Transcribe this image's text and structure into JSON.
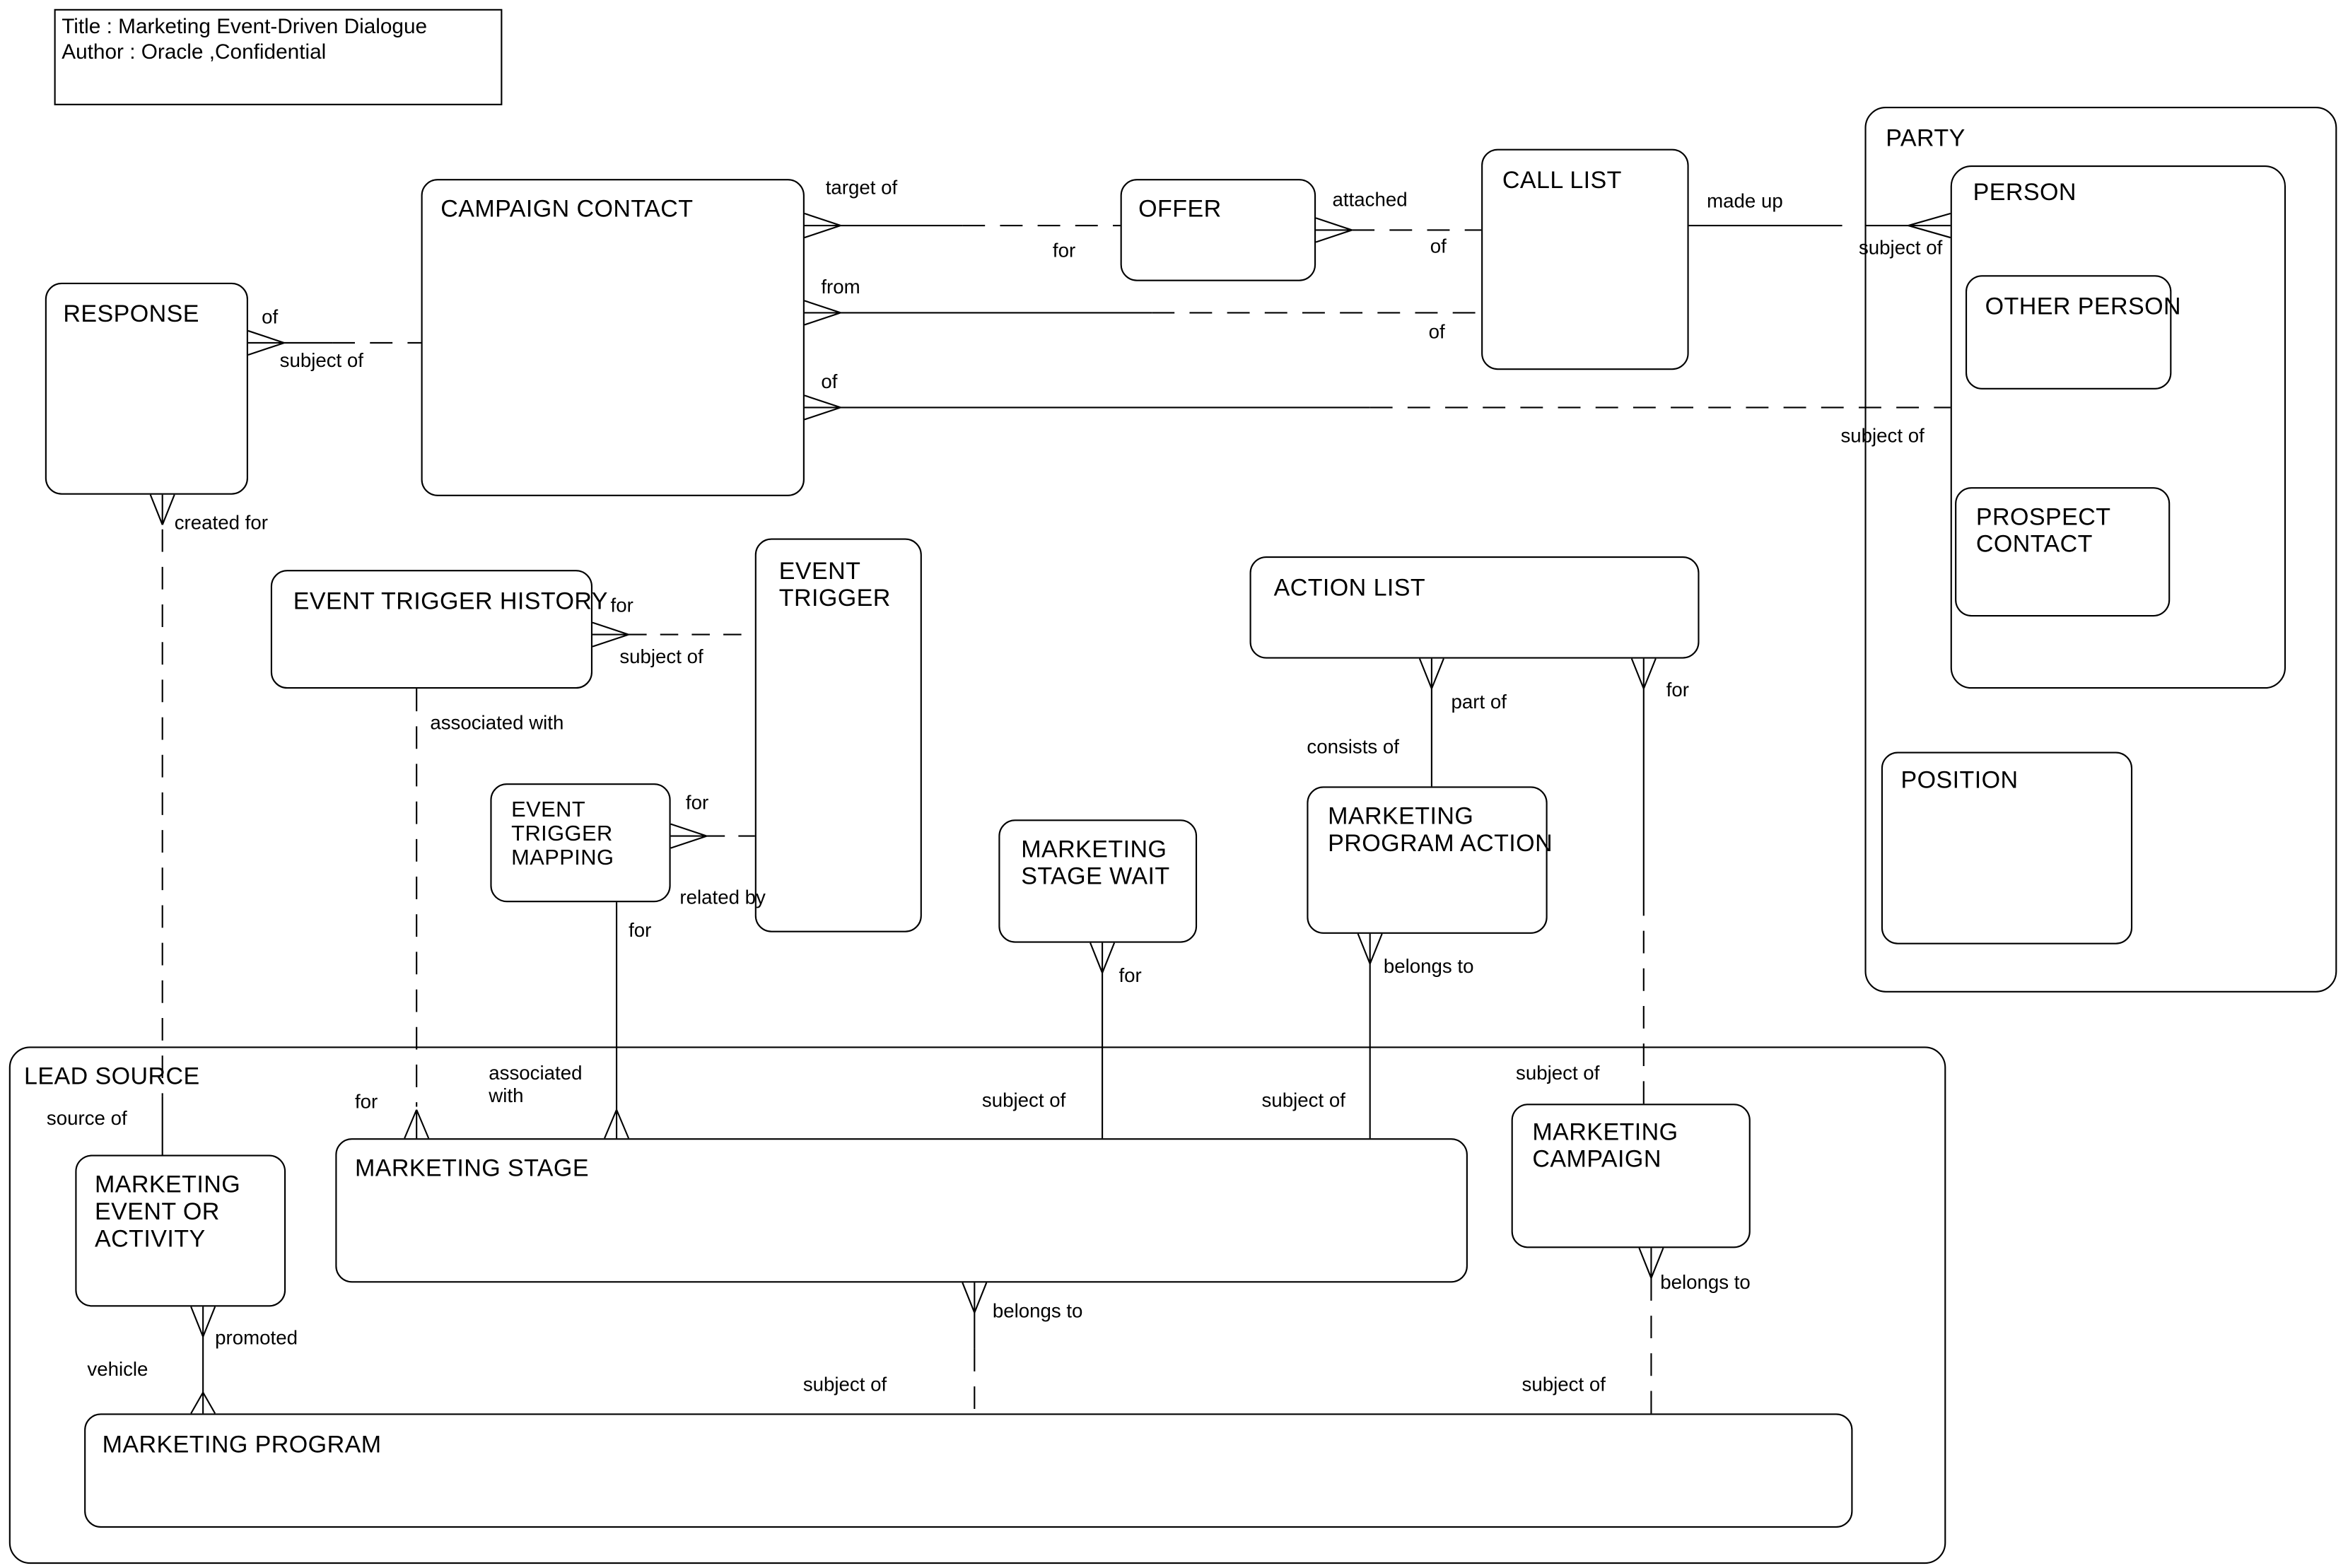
{
  "title_block": {
    "line1": "Title : Marketing Event-Driven Dialogue",
    "line2": "Author : Oracle ,Confidential"
  },
  "entities": {
    "response": "RESPONSE",
    "campaign_contact": "CAMPAIGN CONTACT",
    "offer": "OFFER",
    "call_list": "CALL LIST",
    "party": "PARTY",
    "person": "PERSON",
    "other_person": "OTHER PERSON",
    "prospect_contact": "PROSPECT\nCONTACT",
    "position": "POSITION",
    "event_trigger_history": "EVENT TRIGGER HISTORY",
    "event_trigger": "EVENT\nTRIGGER",
    "event_trigger_mapping": "EVENT\nTRIGGER\nMAPPING",
    "action_list": "ACTION LIST",
    "marketing_program_action": "MARKETING\nPROGRAM ACTION",
    "marketing_stage_wait": "MARKETING\nSTAGE WAIT",
    "lead_source": "LEAD SOURCE",
    "marketing_event_or_activity": "MARKETING\nEVENT OR\nACTIVITY",
    "marketing_stage": "MARKETING STAGE",
    "marketing_campaign": "MARKETING\nCAMPAIGN",
    "marketing_program": "MARKETING PROGRAM"
  },
  "relationship_labels": {
    "response_cc_of": "of",
    "response_cc_subject_of": "subject of",
    "response_created_for": "created for",
    "response_source_of": "source of",
    "cc_offer_target_of": "target of",
    "cc_offer_for": "for",
    "offer_cl_attached": "attached",
    "offer_cl_of": "of",
    "cc_cl_from": "from",
    "cc_cl_of": "of",
    "cc_person_of": "of",
    "cc_person_subject_of": "subject of",
    "cl_person_made_up": "made up",
    "cl_person_subject_of": "subject of",
    "eth_et_for": "for",
    "eth_et_subject_of": "subject of",
    "eth_ms_associated_with": "associated with",
    "eth_ms_for": "for",
    "etm_et_for": "for",
    "etm_et_related_by": "related by",
    "etm_ms_for": "for",
    "etm_ms_associated_with": "associated\nwith",
    "al_mpa_part_of": "part of",
    "al_mpa_consists_of": "consists of",
    "al_mc_for": "for",
    "al_mc_subject_of": "subject of",
    "mpa_ms_belongs_to": "belongs to",
    "mpa_ms_subject_of": "subject of",
    "msw_ms_for": "for",
    "msw_ms_subject_of": "subject of",
    "ms_mp_belongs_to": "belongs to",
    "ms_mp_subject_of": "subject of",
    "mc_mp_belongs_to": "belongs to",
    "mc_mp_subject_of": "subject of",
    "meoa_mp_promoted": "promoted",
    "meoa_mp_vehicle": "vehicle"
  }
}
